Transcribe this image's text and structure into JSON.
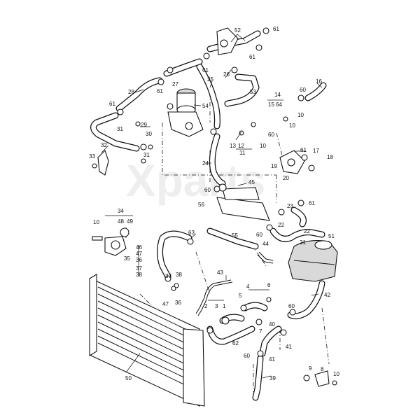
{
  "watermark": "Xparts",
  "callouts": {
    "c61a": "61",
    "c52": "52",
    "c61b": "61",
    "c61c": "61",
    "c27": "27",
    "c26": "26",
    "c25": "25",
    "c28": "28",
    "c61d": "61",
    "c61e": "61",
    "c53": "53",
    "c54": "54",
    "c16": "16",
    "c14": "14",
    "c15": "15",
    "c64": "64",
    "c60a": "60",
    "c10a": "10",
    "c10b": "10",
    "c31a": "31",
    "c29": "29",
    "c30": "30",
    "c32": "32",
    "c33": "33",
    "c31b": "31",
    "c13": "13",
    "c12": "12",
    "c10c": "10",
    "c11": "11",
    "c60b": "60",
    "c61f": "61",
    "c17": "17",
    "c18": "18",
    "c19": "19",
    "c20": "20",
    "c24": "24",
    "c45": "45",
    "c60c": "60",
    "c56": "56",
    "c23": "23",
    "c61g": "61",
    "c34": "34",
    "c48": "48",
    "c49": "49",
    "c10d": "10",
    "c22a": "22",
    "c22b": "22",
    "c63": "63",
    "c55": "55",
    "c60d": "60",
    "c51": "51",
    "c44": "44",
    "c21": "21",
    "c46": "46",
    "c47a": "47",
    "c36a": "36",
    "c35": "35",
    "c37a": "37",
    "c38a": "38",
    "c38b": "38",
    "c37b": "37",
    "c43": "43",
    "c47b": "47",
    "c36b": "36",
    "c4": "4",
    "c6": "6",
    "c5": "5",
    "c2": "2",
    "c3": "3",
    "c1": "1",
    "c42": "42",
    "c60e": "60",
    "c40": "40",
    "c7": "7",
    "c62": "62",
    "c41a": "41",
    "c60f": "60",
    "c41b": "41",
    "c50": "50",
    "c9": "9",
    "c8": "8",
    "c10e": "10",
    "c39": "39"
  }
}
